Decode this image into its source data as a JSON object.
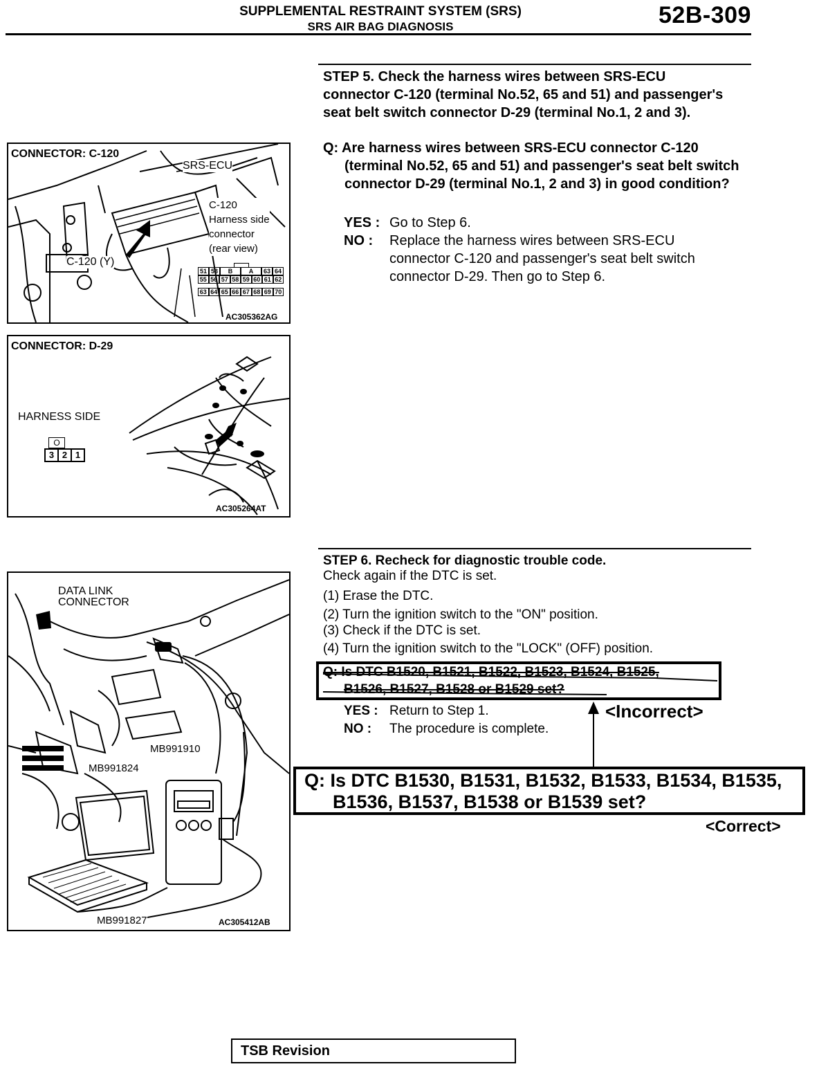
{
  "header": {
    "title": "SUPPLEMENTAL RESTRAINT SYSTEM (SRS)",
    "subtitle": "SRS AIR BAG DIAGNOSIS",
    "page_number": "52B-309"
  },
  "step5": {
    "heading": "STEP 5. Check the harness wires between SRS-ECU connector C-120 (terminal No.52, 65 and 51) and passenger's seat belt switch connector D-29 (terminal No.1, 2 and 3).",
    "question": "Q: Are harness wires between SRS-ECU connector C-120 (terminal No.52, 65 and 51)  and passenger's seat belt switch connector D-29 (terminal No.1, 2 and 3) in good condition?",
    "yes_label": "YES :",
    "yes_text": "Go to Step 6.",
    "no_label": "NO :",
    "no_text": "Replace the harness wires between SRS-ECU connector C-120 and passenger's seat belt switch connector D-29. Then go to Step 6."
  },
  "fig1": {
    "title": "CONNECTOR: C-120",
    "ecu_label": "SRS-ECU",
    "connector_label_1": "C-120",
    "connector_label_2": "Harness side",
    "connector_label_3": "connector",
    "connector_label_4": "(rear view)",
    "c120y_label": "C-120 (Y)",
    "code": "AC305362AG",
    "pins_row1": [
      "51",
      "53",
      "B",
      "A",
      "63",
      "64"
    ],
    "pins_row2": [
      "55",
      "56",
      "57",
      "58",
      "59",
      "60",
      "61",
      "62"
    ],
    "pins_row3": [
      "63",
      "64",
      "65",
      "66",
      "67",
      "68",
      "69",
      "70"
    ]
  },
  "fig2": {
    "title": "CONNECTOR: D-29",
    "side_label": "HARNESS SIDE",
    "pins": [
      "3",
      "2",
      "1"
    ],
    "code": "AC305264AT"
  },
  "step6": {
    "heading": "STEP 6. Recheck for diagnostic trouble code.",
    "intro": "Check again if the DTC is set.",
    "items": [
      "(1) Erase the DTC.",
      "(2) Turn the ignition switch to the \"ON\" position.",
      "(3) Check if the DTC is set.",
      "(4) Turn the ignition switch to the \"LOCK\" (OFF) position."
    ],
    "question_line1": "Q: Is DTC B1520, B1521, B1522, B1523, B1524, B1525,",
    "question_line2": "B1526, B1527, B1528 or B1529 set?",
    "yes_label": "YES :",
    "yes_text": "Return to Step 1.",
    "no_label": "NO :",
    "no_text": "The procedure is complete.",
    "incorrect_label": "<Incorrect>"
  },
  "correction": {
    "line1": "Q: Is DTC B1530, B1531, B1532, B1533, B1534, B1535,",
    "line2": "B1536,  B1537,  B1538  or  B1539  set?",
    "correct_label": "<Correct>"
  },
  "fig3": {
    "dlc_label_1": "DATA LINK",
    "dlc_label_2": "CONNECTOR",
    "part_1": "MB991910",
    "part_2": "MB991824",
    "part_3": "MB991827",
    "code": "AC305412AB"
  },
  "footer": {
    "tsb": "TSB Revision"
  }
}
